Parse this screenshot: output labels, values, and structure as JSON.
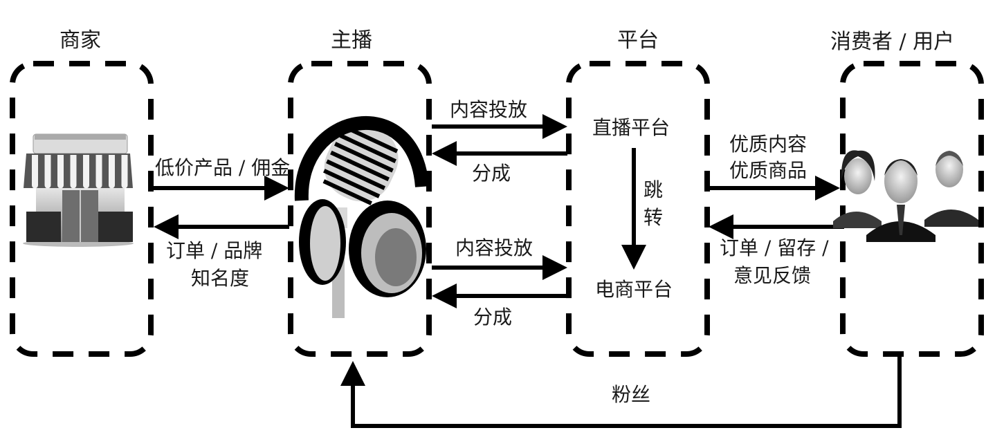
{
  "nodes": {
    "merchant": {
      "title": "商家",
      "icon": "shop-icon"
    },
    "anchor": {
      "title": "主播",
      "icon": "microphone-headphones-icon"
    },
    "platform": {
      "title": "平台",
      "sub_top": "直播平台",
      "sub_bottom": "电商平台",
      "inner_edge_label": [
        "跳",
        "转"
      ]
    },
    "consumer": {
      "title": "消费者 / 用户",
      "icon": "people-group-icon"
    }
  },
  "edges": {
    "merchant_to_anchor": "低价产品 / 佣金",
    "anchor_to_merchant": [
      "订单 / 品牌",
      "知名度"
    ],
    "anchor_to_live": "内容投放",
    "live_to_anchor": "分成",
    "anchor_to_ecom": "内容投放",
    "ecom_to_anchor": "分成",
    "platform_to_consumer": [
      "优质内容",
      "优质商品"
    ],
    "consumer_to_platform": [
      "订单 / 留存 /",
      "意见反馈"
    ],
    "consumer_to_anchor": "粉丝"
  },
  "colors": {
    "stroke": "#000000",
    "text": "#1a1a1a",
    "background": "#ffffff"
  }
}
